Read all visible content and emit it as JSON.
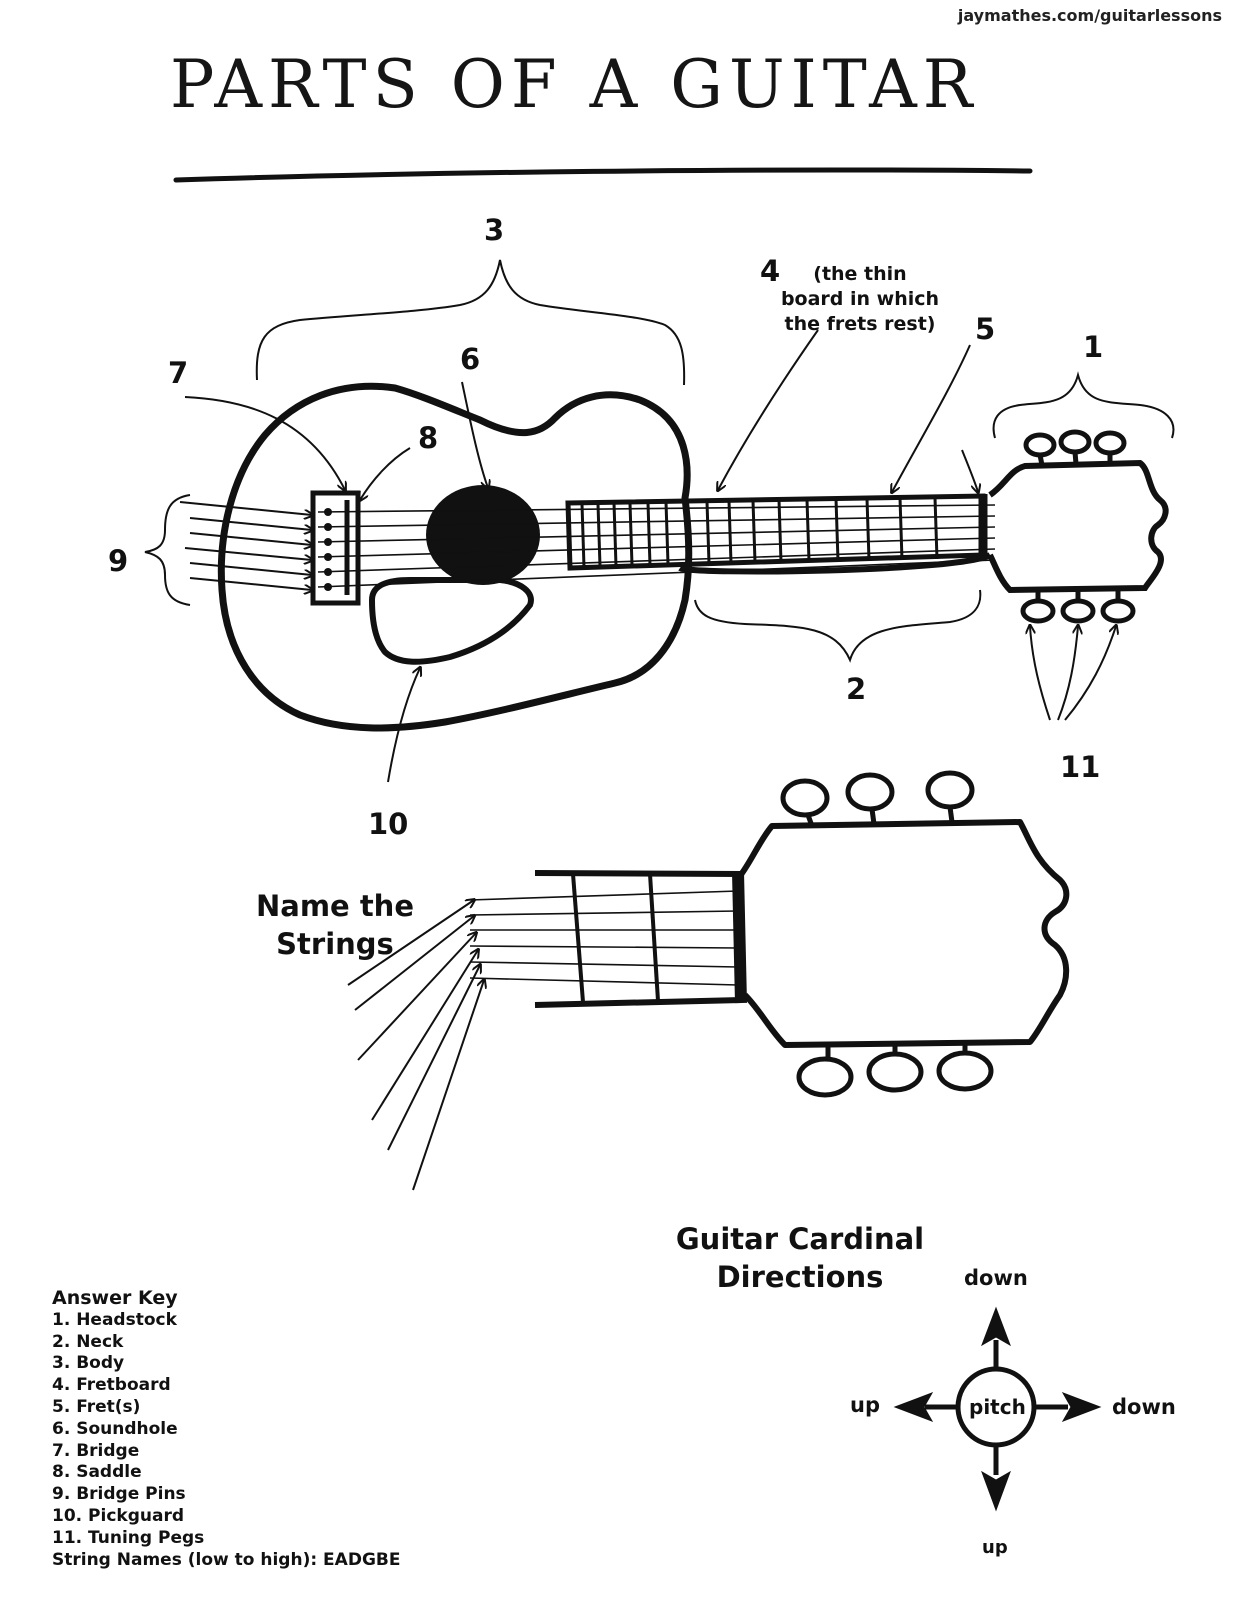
{
  "header": {
    "url": "jaymathes.com/guitarlessons",
    "title": "PARTS OF A GUITAR"
  },
  "callouts": {
    "n1": "1",
    "n2": "2",
    "n3": "3",
    "n4": "4",
    "n5": "5",
    "n6": "6",
    "n7": "7",
    "n8": "8",
    "n9": "9",
    "n10": "10",
    "n11": "11",
    "fretboard_note": "(the thin board in which the frets rest)"
  },
  "strings_heading": "Name the Strings",
  "cardinal": {
    "heading": "Guitar Cardinal Directions",
    "center": "pitch",
    "top": "down",
    "right": "down",
    "left": "up",
    "bottom": "up"
  },
  "answer_key": {
    "heading": "Answer Key",
    "items": [
      "1. Headstock",
      "2. Neck",
      "3. Body",
      "4. Fretboard",
      "5. Fret(s)",
      "6. Soundhole",
      "7. Bridge",
      "8. Saddle",
      "9. Bridge Pins",
      "10. Pickguard",
      "11. Tuning Pegs"
    ],
    "string_names": "String Names (low to high): EADGBE"
  },
  "colors": {
    "ink": "#111111",
    "paper": "#ffffff"
  }
}
